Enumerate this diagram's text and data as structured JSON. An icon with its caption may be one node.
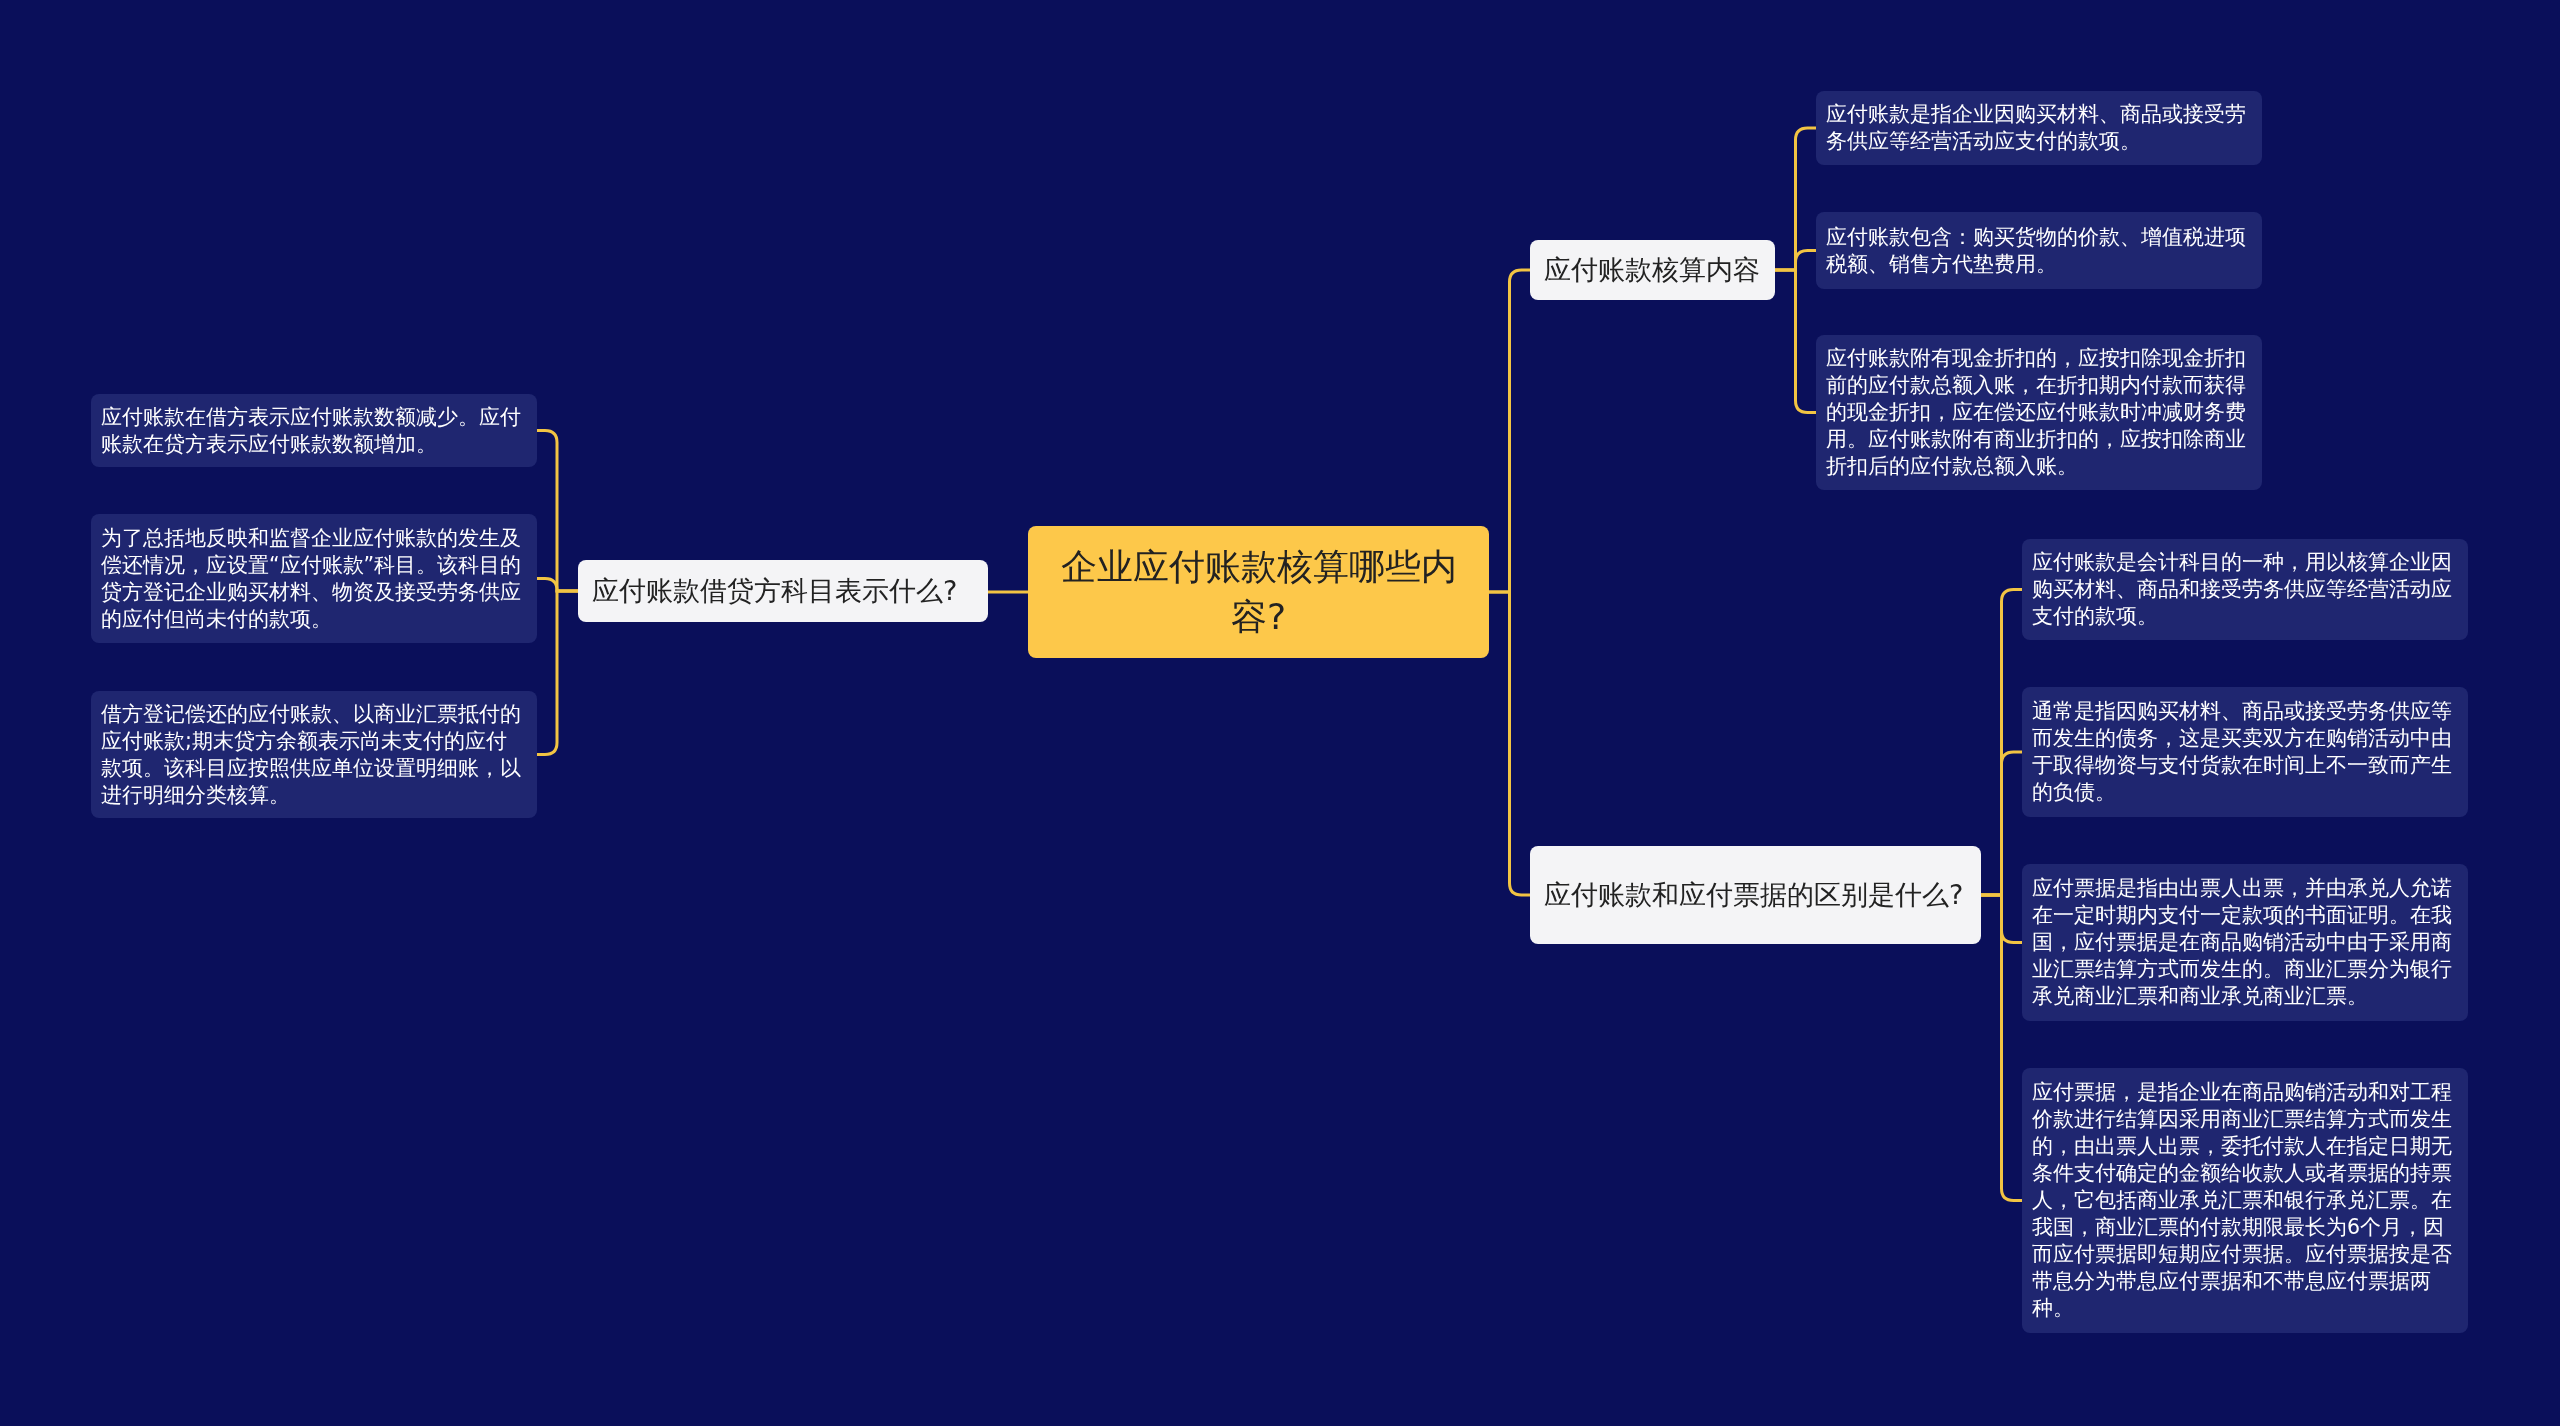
{
  "diagram": {
    "nodes": [
      {
        "text": [
          "企业应付账款核算哪些内容?"
        ]
      },
      {
        "text": [
          "应付账款借贷方科目表示什么?"
        ]
      },
      {
        "text": [
          "应付账款在借方表示应付账款数额减少。应付账款在贷方表示应付账款数额增加。"
        ]
      },
      {
        "text": [
          "为了总括地反映和监督企业应付账款的发生及偿还情况，应设置“应付账款”科目。该科目的贷方登记企业购买材料、物资及接受劳务供应的应付但尚未付的款项。"
        ]
      },
      {
        "text": [
          "借方登记偿还的应付账款、以商业汇票抵付的应付账款;期末贷方余额表示尚未支付的应付款项。该科目应按照供应单位设置明细账，以进行明细分类核算。"
        ]
      },
      {
        "text": [
          "应付账款核算内容"
        ]
      },
      {
        "text": [
          "应付账款是指企业因购买材料、商品或接受劳务供应等经营活动应支付的款项。"
        ]
      },
      {
        "text": [
          "应付账款包含：购买货物的价款、增值税进项税额、销售方代垫费用。"
        ]
      },
      {
        "text": [
          "应付账款附有现金折扣的，应按扣除现金折扣前的应付款总额入账，在折扣期内付款而获得的现金折扣，应在偿还应付账款时冲减财务费用。应付账款附有商业折扣的，应按扣除商业折扣后的应付款总额入账。"
        ]
      },
      {
        "text": [
          "应付账款和应付票据的区别是什么?"
        ]
      },
      {
        "text": [
          "应付账款是会计科目的一种，用以核算企业因购买材料、商品和接受劳务供应等经营活动应支付的款项。"
        ]
      },
      {
        "text": [
          "通常是指因购买材料、商品或接受劳务供应等而发生的债务，这是买卖双方在购销活动中由于取得物资与支付货款在时间上不一致而产生的负债。"
        ]
      },
      {
        "text": [
          "应付票据是指由出票人出票，并由承兑人允诺在一定时期内支付一定款项的书面证明。在我国，应付票据是在商品购销活动中由于采用商业汇票结算方式而发生的。商业汇票分为银行承兑商业汇票和商业承兑商业汇票。"
        ]
      },
      {
        "text": [
          "应付票据，是指企业在商品购销活动和对工程价款进行结算因采用商业汇票结算方式而发生的，由出票人出票，委托付款人在指定日期无条件支付确定的金额给收款人或者票据的持票人，它包括商业承兑汇票和银行承兑汇票。在我国，商业汇票的付款期限最长为6个月，因而应付票据即短期应付票据。应付票据按是否带息分为带息应付票据和不带息应付票据两种。"
        ]
      }
    ],
    "edges": [
      {
        "from": 0,
        "to": 1,
        "arrow": "none"
      },
      {
        "from": 1,
        "to": 2,
        "arrow": "none"
      },
      {
        "from": 1,
        "to": 3,
        "arrow": "none"
      },
      {
        "from": 1,
        "to": 4,
        "arrow": "none"
      },
      {
        "from": 0,
        "to": 5,
        "arrow": "none"
      },
      {
        "from": 5,
        "to": 6,
        "arrow": "none"
      },
      {
        "from": 5,
        "to": 7,
        "arrow": "none"
      },
      {
        "from": 5,
        "to": 8,
        "arrow": "none"
      },
      {
        "from": 0,
        "to": 9,
        "arrow": "none"
      },
      {
        "from": 9,
        "to": 10,
        "arrow": "none"
      },
      {
        "from": 9,
        "to": 11,
        "arrow": "none"
      },
      {
        "from": 9,
        "to": 12,
        "arrow": "none"
      },
      {
        "from": 9,
        "to": 13,
        "arrow": "none"
      }
    ]
  }
}
